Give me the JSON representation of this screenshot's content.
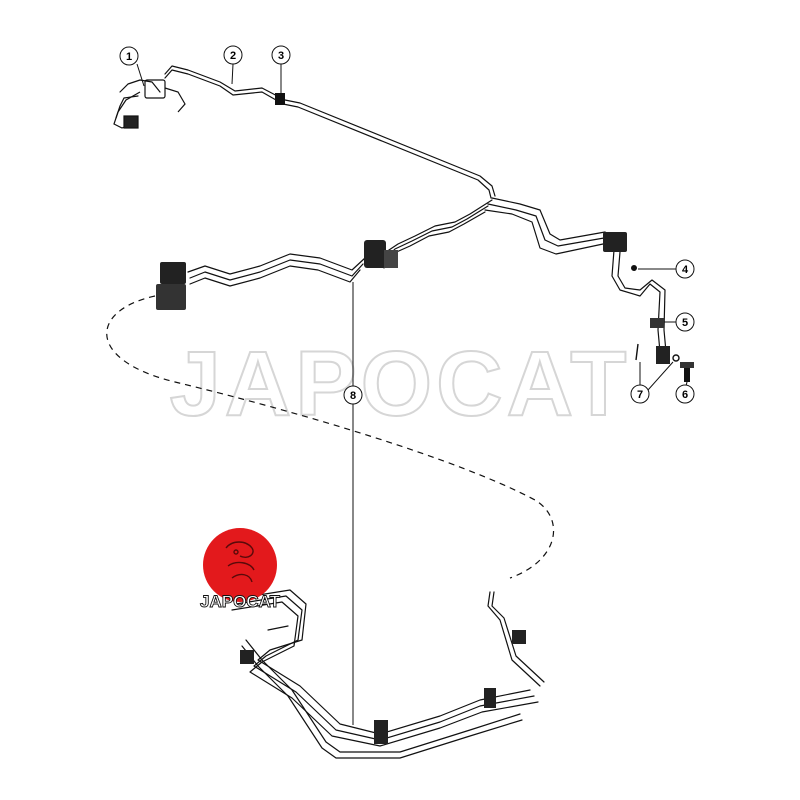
{
  "callouts": [
    {
      "label": "1"
    },
    {
      "label": "2"
    },
    {
      "label": "3"
    },
    {
      "label": "4"
    },
    {
      "label": "5"
    },
    {
      "label": "6"
    },
    {
      "label": "7"
    },
    {
      "label": "8"
    }
  ],
  "watermark": {
    "text": "JAPOCAT"
  },
  "logo": {
    "text": "JAPOCAT",
    "color": "#e3191c"
  },
  "colors": {
    "line": "#111111",
    "background": "#ffffff",
    "watermark": "#cfcfcf"
  }
}
